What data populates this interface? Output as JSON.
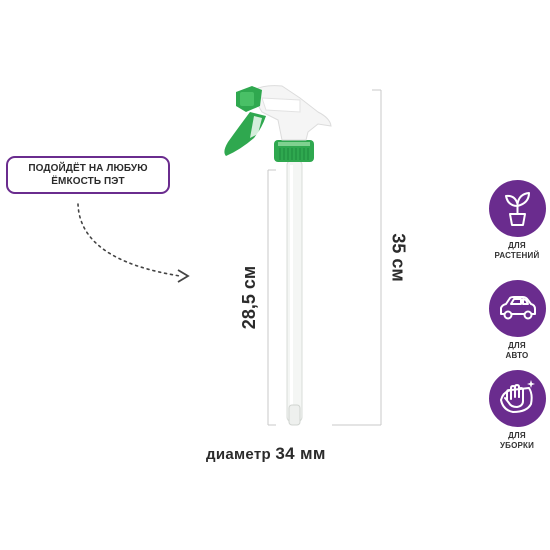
{
  "callout": {
    "line1": "ПОДОЙДЁТ НА ЛЮБУЮ",
    "line2": "ЁМКОСТЬ ПЭТ"
  },
  "dimensions": {
    "tube_length": "28,5 см",
    "total_height": "35 см",
    "diameter_label": "диаметр",
    "diameter_value": "34 мм"
  },
  "badges": [
    {
      "icon": "plant-icon",
      "line1": "ДЛЯ",
      "line2": "РАСТЕНИЙ"
    },
    {
      "icon": "car-icon",
      "line1": "ДЛЯ",
      "line2": "АВТО"
    },
    {
      "icon": "cleaning-hand-icon",
      "line1": "ДЛЯ",
      "line2": "УБОРКИ"
    }
  ],
  "colors": {
    "accent": "#6a2c8e",
    "trigger_green": "#2fa84f",
    "dimension_lines": "#c9c9c9"
  }
}
